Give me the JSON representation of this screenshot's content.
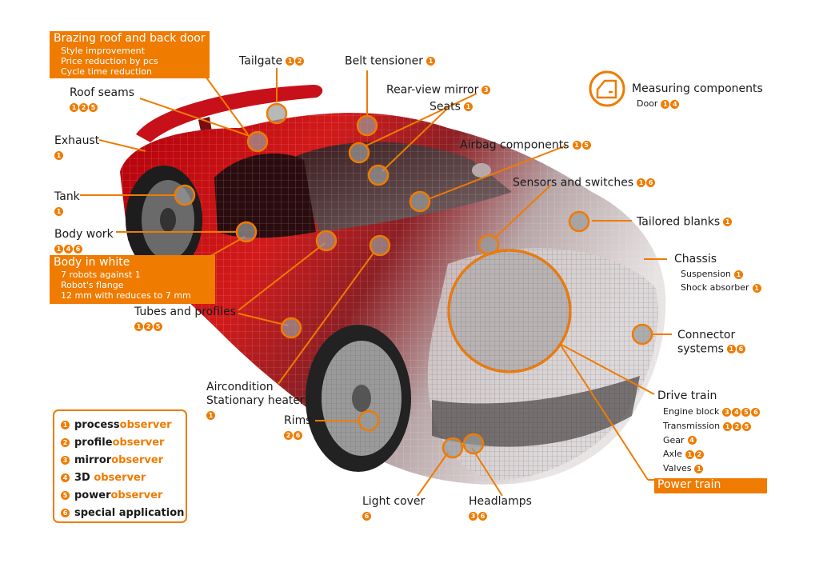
{
  "colors": {
    "accent": "#ef7b00",
    "text": "#1a1a1a"
  },
  "callouts": {
    "brazing": {
      "title": "Brazing roof and back door",
      "items": [
        "Style improvement",
        "Price reduction by pcs",
        "Cycle time reduction"
      ]
    },
    "tailgate": {
      "label": "Tailgate",
      "nums": [
        "1",
        "2"
      ]
    },
    "belt": {
      "label": "Belt tensioner",
      "nums": [
        "1"
      ]
    },
    "roof": {
      "label": "Roof seams",
      "nums": [
        "1",
        "2",
        "5"
      ]
    },
    "mirror": {
      "label": "Rear-view mirror",
      "nums": [
        "3"
      ]
    },
    "seats": {
      "label": "Seats",
      "nums": [
        "1"
      ]
    },
    "exhaust": {
      "label": "Exhaust",
      "nums": [
        "1"
      ]
    },
    "airbag": {
      "label": "Airbag components",
      "nums": [
        "1",
        "5"
      ]
    },
    "tank": {
      "label": "Tank",
      "nums": [
        "1"
      ]
    },
    "sensors": {
      "label": "Sensors and switches",
      "nums": [
        "1",
        "6"
      ]
    },
    "tailored": {
      "label": "Tailored blanks",
      "nums": [
        "1"
      ]
    },
    "bodywork": {
      "label": "Body work",
      "nums": [
        "1",
        "4",
        "6"
      ]
    },
    "biw": {
      "title": "Body in white",
      "items": [
        "7 robots against 1",
        "Robot's flange",
        "12 mm with reduces to 7 mm"
      ]
    },
    "chassis": {
      "label": "Chassis",
      "items": [
        {
          "label": "Suspension",
          "nums": [
            "1"
          ]
        },
        {
          "label": "Shock absorber",
          "nums": [
            "1"
          ]
        }
      ]
    },
    "tubes": {
      "label": "Tubes and profiles",
      "nums": [
        "1",
        "2",
        "5"
      ]
    },
    "connector": {
      "line1": "Connector",
      "line2": "systems",
      "nums": [
        "1",
        "6"
      ]
    },
    "aircon": {
      "line1": "Aircondition",
      "line2": "Stationary heater",
      "nums": [
        "1"
      ]
    },
    "drivetrain": {
      "label": "Drive train",
      "items": [
        {
          "label": "Engine block",
          "nums": [
            "3",
            "4",
            "5",
            "6"
          ]
        },
        {
          "label": "Transmission",
          "nums": [
            "1",
            "2",
            "5"
          ]
        },
        {
          "label": "Gear",
          "nums": [
            "4"
          ]
        },
        {
          "label": "Axle",
          "nums": [
            "1",
            "2"
          ]
        },
        {
          "label": "Valves",
          "nums": [
            "1"
          ]
        }
      ]
    },
    "powertrain": {
      "label": "Power train"
    },
    "rims": {
      "label": "Rims",
      "nums": [
        "2",
        "6"
      ]
    },
    "lightcover": {
      "label": "Light cover",
      "nums": [
        "6"
      ]
    },
    "headlamps": {
      "label": "Headlamps",
      "nums": [
        "3",
        "6"
      ]
    }
  },
  "measuring": {
    "title": "Measuring components",
    "item": "Door",
    "nums": [
      "1",
      "4"
    ],
    "icon": "car-door-icon"
  },
  "legend": [
    {
      "num": "1",
      "a": "process",
      "b": "observer"
    },
    {
      "num": "2",
      "a": "profile",
      "b": "observer"
    },
    {
      "num": "3",
      "a": "mirror",
      "b": "observer"
    },
    {
      "num": "4",
      "a": "3D ",
      "b": "observer"
    },
    {
      "num": "5",
      "a": "power",
      "b": "observer"
    },
    {
      "num": "6",
      "a": "special application",
      "b": ""
    }
  ]
}
